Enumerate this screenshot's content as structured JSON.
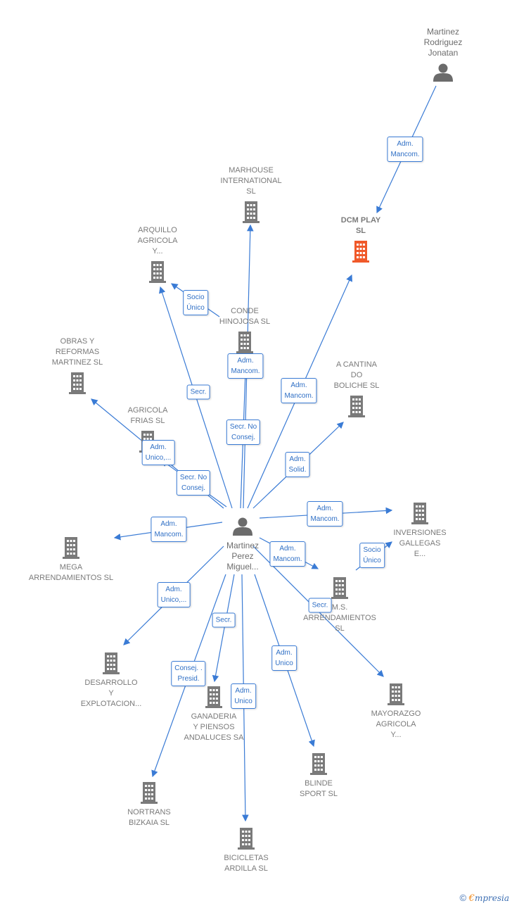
{
  "colors": {
    "edge": "#3a7bd5",
    "company": "#7a7a7a",
    "highlight": "#f0592a",
    "person": "#6b6b6b"
  },
  "persons": [
    {
      "id": "center",
      "label": "Martinez\nPerez\nMiguel..."
    },
    {
      "id": "jonatan",
      "label": "Martinez\nRodriguez\nJonatan"
    }
  ],
  "companies": [
    {
      "id": "dcm",
      "label": "DCM PLAY\nSL",
      "highlight": true
    },
    {
      "id": "marhouse",
      "label": "MARHOUSE\nINTERNATIONAL\nSL"
    },
    {
      "id": "arquillo",
      "label": "ARQUILLO\nAGRICOLA\nY..."
    },
    {
      "id": "conde",
      "label": "CONDE\nHINOJOSA SL"
    },
    {
      "id": "obras",
      "label": "OBRAS Y\nREFORMAS\nMARTINEZ  SL"
    },
    {
      "id": "acantina",
      "label": "A CANTINA\nDO\nBOLICHE SL"
    },
    {
      "id": "frias",
      "label": "AGRICOLA\nFRIAS  SL"
    },
    {
      "id": "inversiones",
      "label": "INVERSIONES\nGALLEGAS\nE..."
    },
    {
      "id": "mega",
      "label": "MEGA\nARRENDAMIENTOS SL"
    },
    {
      "id": "ms",
      "label": "M.S.\nARRENDAMIENTOS\nSL"
    },
    {
      "id": "desarrollo",
      "label": "DESARROLLO\nY\nEXPLOTACION..."
    },
    {
      "id": "ganaderia",
      "label": "GANADERIA\nY PIENSOS\nANDALUCES SA"
    },
    {
      "id": "mayorazgo",
      "label": "MAYORAZGO\nAGRICOLA\nY..."
    },
    {
      "id": "blinde",
      "label": "BLINDE\nSPORT SL"
    },
    {
      "id": "nortrans",
      "label": "NORTRANS\nBIZKAIA SL"
    },
    {
      "id": "bicicletas",
      "label": "BICICLETAS\nARDILLA SL"
    }
  ],
  "relations": [
    {
      "from": "jonatan",
      "to": "dcm",
      "label": "Adm.\nMancom."
    },
    {
      "from": "center",
      "to": "dcm",
      "label": "Adm.\nMancom."
    },
    {
      "from": "center",
      "to": "marhouse",
      "label": "Secr.  No\nConsej."
    },
    {
      "from": "center",
      "to": "conde",
      "label": "Adm.\nMancom."
    },
    {
      "from": "conde",
      "to": "arquillo",
      "label": "Socio\nÚnico"
    },
    {
      "from": "center",
      "to": "arquillo",
      "label": "Secr."
    },
    {
      "from": "center",
      "to": "obras",
      "label": "Adm.\nUnico,..."
    },
    {
      "from": "center",
      "to": "frias",
      "label": "Secr.  No\nConsej."
    },
    {
      "from": "center",
      "to": "acantina",
      "label": "Adm.\nSolid."
    },
    {
      "from": "center",
      "to": "inversiones",
      "label": "Adm.\nMancom."
    },
    {
      "from": "ms",
      "to": "inversiones",
      "label": "Socio\nÚnico"
    },
    {
      "from": "center",
      "to": "mega",
      "label": "Adm.\nMancom."
    },
    {
      "from": "center",
      "to": "ms",
      "label": "Adm.\nMancom."
    },
    {
      "from": "center",
      "to": "mayorazgo",
      "label": "Secr."
    },
    {
      "from": "center",
      "to": "desarrollo",
      "label": "Adm.\nUnico,..."
    },
    {
      "from": "center",
      "to": "ganaderia",
      "label": "Secr."
    },
    {
      "from": "center",
      "to": "nortrans",
      "label": "Consej. .\nPresid."
    },
    {
      "from": "center",
      "to": "bicicletas",
      "label": "Adm.\nUnico"
    },
    {
      "from": "center",
      "to": "blinde",
      "label": "Adm.\nUnico"
    }
  ],
  "footer": {
    "copyright": "©",
    "brand_e": "€",
    "brand_rest": "mpresia"
  }
}
